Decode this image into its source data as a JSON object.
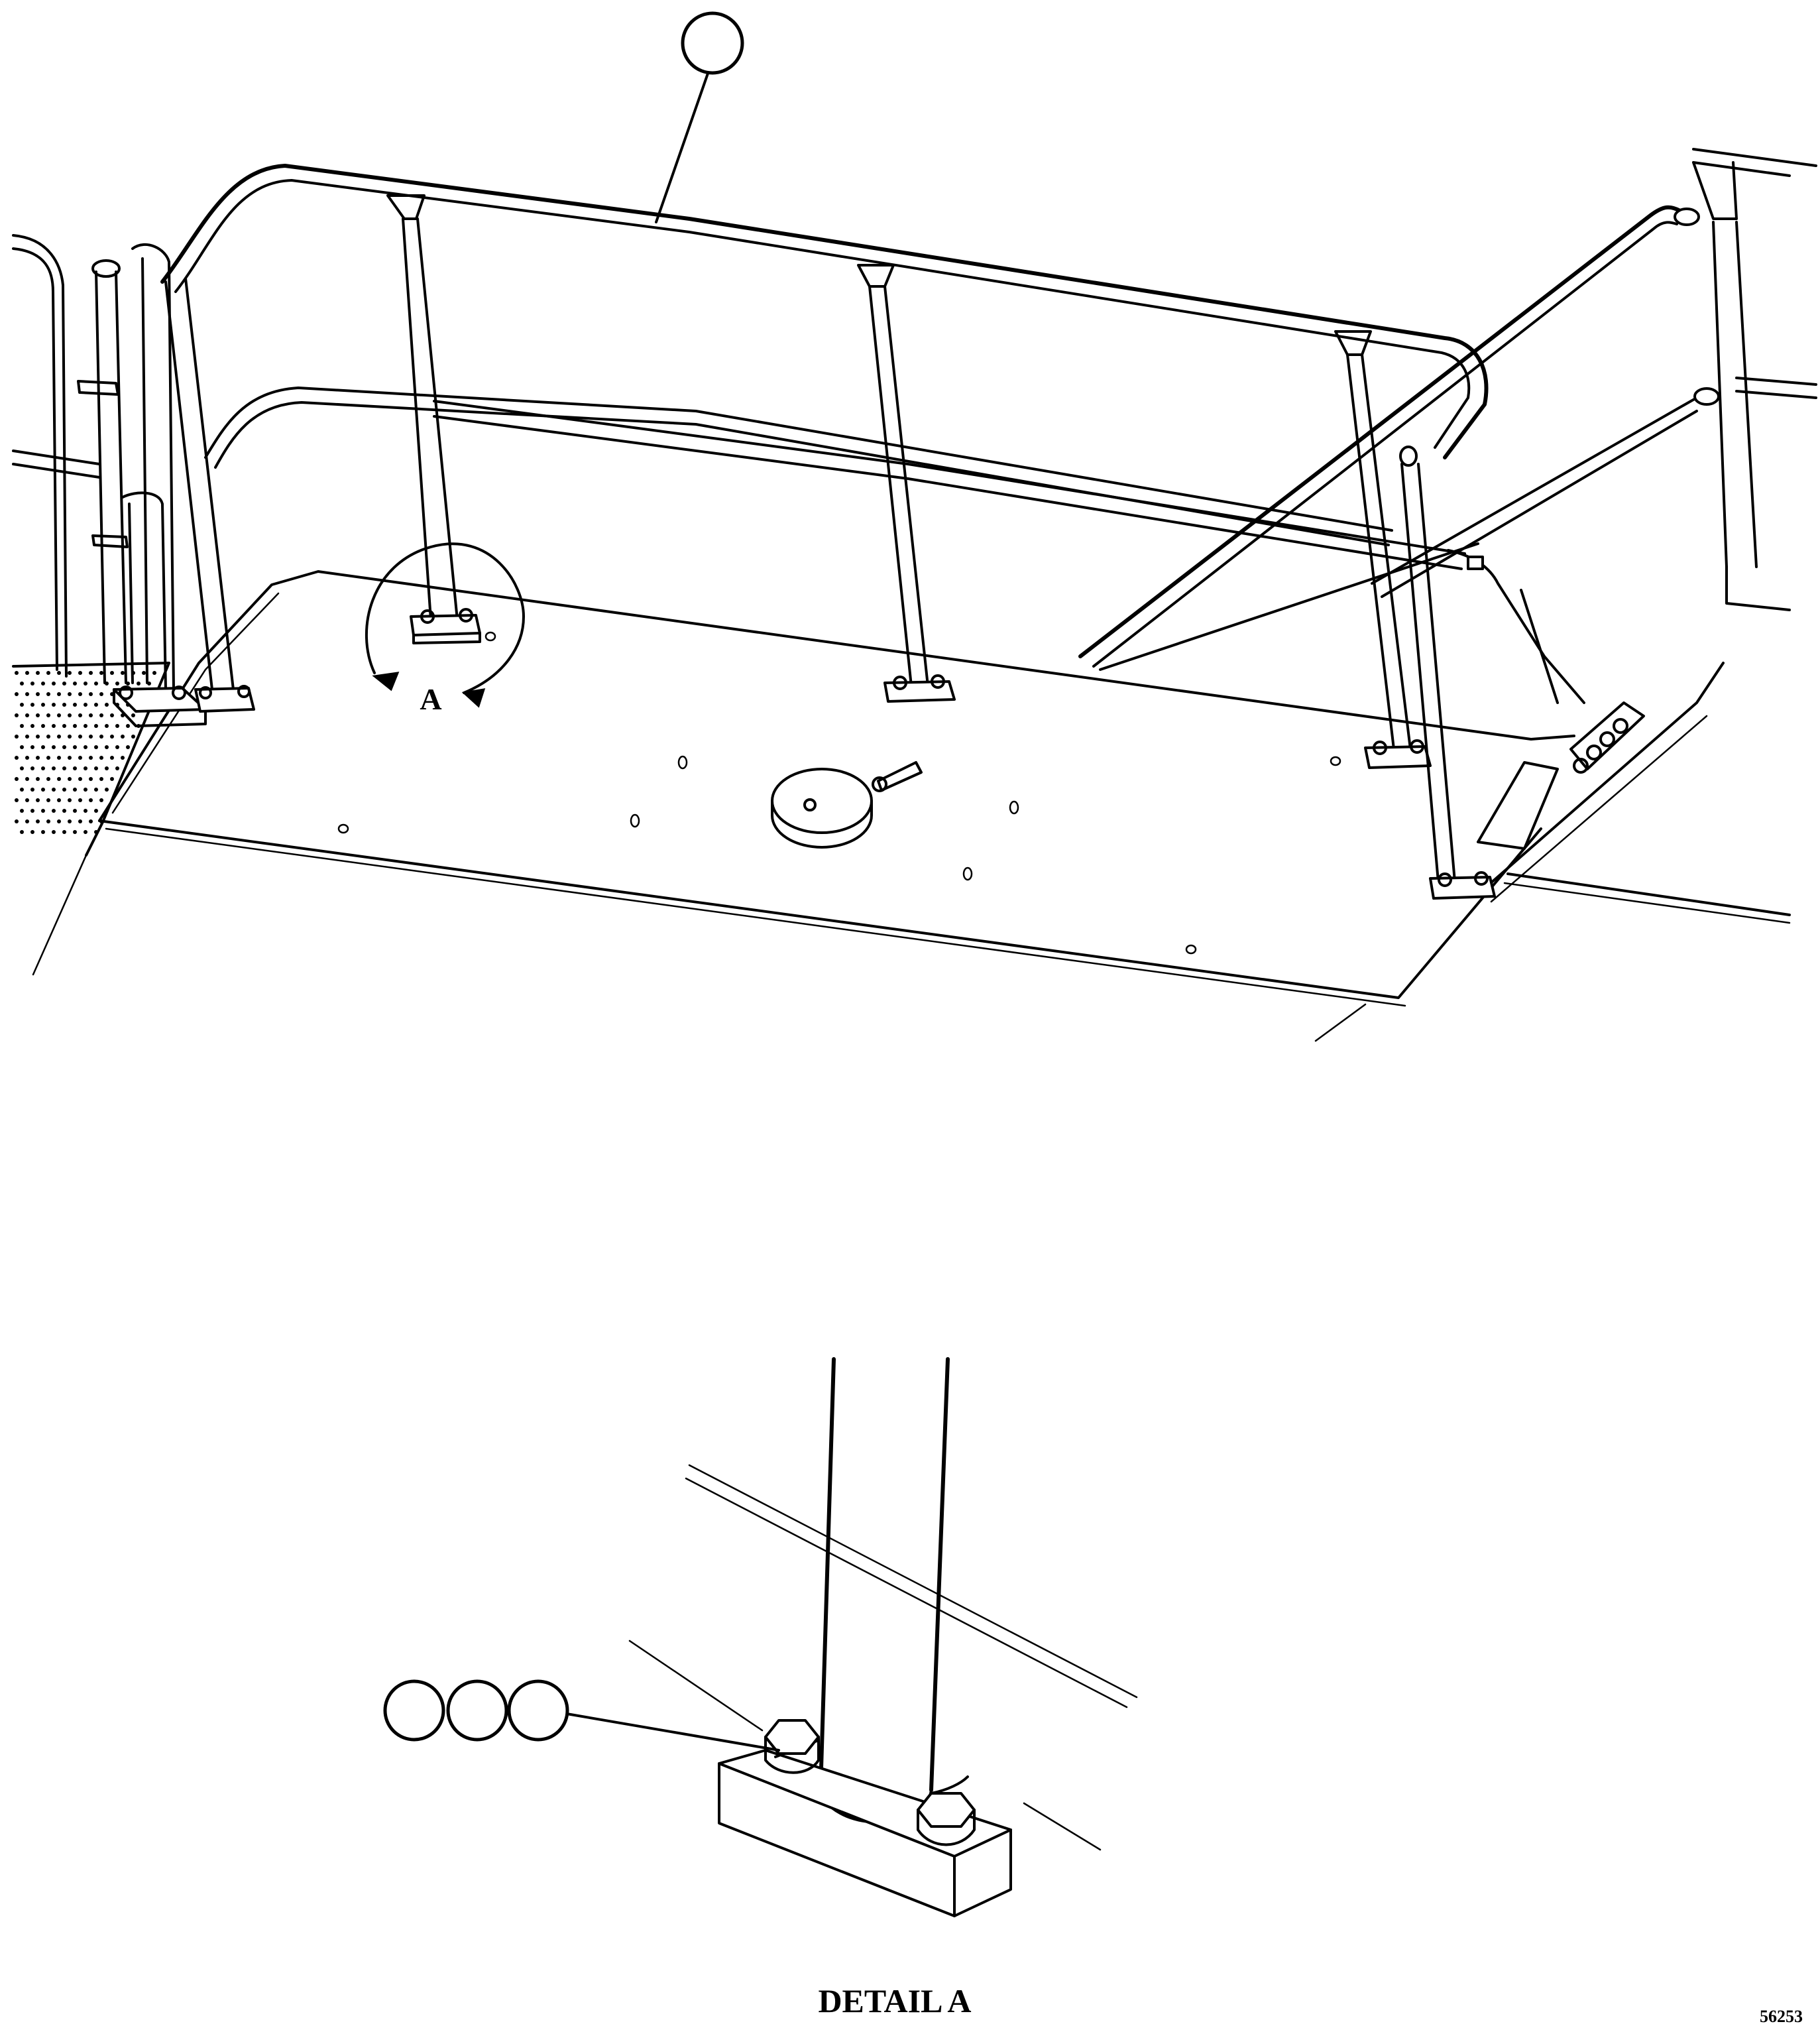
{
  "detail_marker": {
    "label": "A"
  },
  "detail_view": {
    "title": "DETAIL A"
  },
  "callouts": {
    "top_balloon": {
      "text": ""
    },
    "detail_balloons": [
      {
        "text": ""
      },
      {
        "text": ""
      },
      {
        "text": ""
      }
    ]
  },
  "drawing_number": "56253",
  "colors": {
    "line": "#000000",
    "background": "#ffffff"
  }
}
